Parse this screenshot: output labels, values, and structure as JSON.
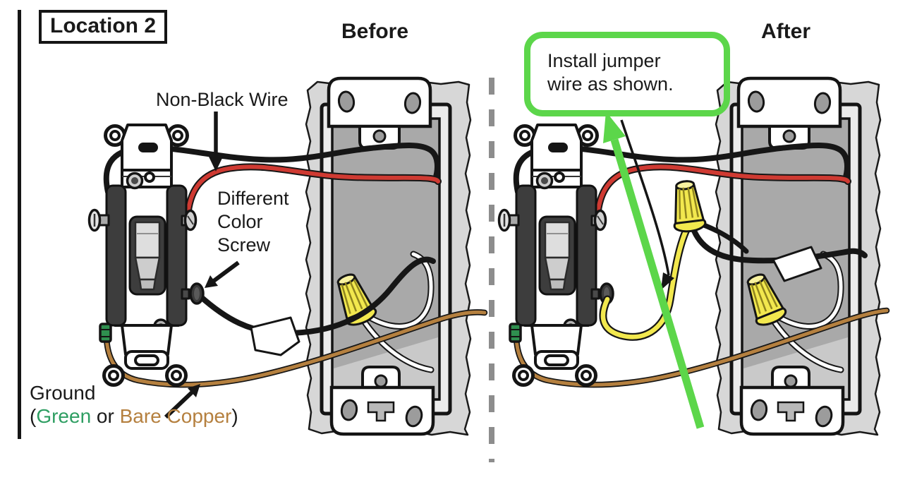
{
  "title_block": {
    "location": "Location 2"
  },
  "panels": {
    "before": {
      "title": "Before"
    },
    "after": {
      "title": "After"
    }
  },
  "labels": {
    "non_black_wire": "Non-Black Wire",
    "different_color_screw": {
      "line1": "Different",
      "line2": "Color",
      "line3": "Screw"
    },
    "ground": {
      "line1": "Ground",
      "open_paren": "(",
      "green_word": "Green",
      "or_word": " or ",
      "copper_word": "Bare Copper",
      "close_paren": ")"
    }
  },
  "callout": {
    "line1": "Install jumper",
    "line2": "wire as shown."
  },
  "colors": {
    "wire_red": "#cf3a32",
    "wire_copper": "#b5803f",
    "wire_yellow": "#f2e84e",
    "wire_black": "#161616",
    "wire_white": "#ffffff",
    "accent_green": "#5cd64a",
    "ground_green_text": "#2e9e62",
    "ground_copper_text": "#b5803f"
  }
}
